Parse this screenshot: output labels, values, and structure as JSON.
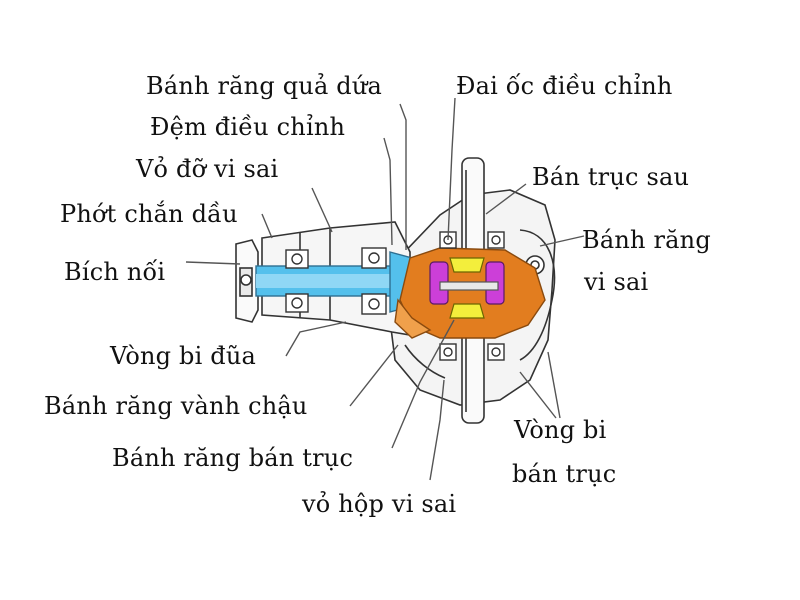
{
  "diagram": {
    "labels": {
      "pinion_gear": "Bánh răng quả dứa",
      "adjusting_nut": "Đai ốc điều chỉnh",
      "adjusting_shim": "Đệm điều chỉnh",
      "diff_carrier": "Vỏ đỡ vi sai",
      "rear_axle_shaft": "Bán trục sau",
      "oil_seal": "Phớt chắn dầu",
      "diff_gear_line1": "Bánh răng",
      "diff_gear_line2": "vi sai",
      "companion_flange": "Bích nối",
      "roller_bearing": "Vòng bi đũa",
      "ring_gear": "Bánh răng vành chậu",
      "side_gear": "Bánh răng bán trục",
      "axle_bearing_line1": "Vòng bi",
      "axle_bearing_line2": "bán trục",
      "diff_case": "vỏ hộp vi sai"
    },
    "colors": {
      "shaft": "#54c0ec",
      "ring_gear": "#e27d1f",
      "spider": "#cc3fd8",
      "pinion_small": "#f3ee3c",
      "line": "#333333",
      "housing_fill": "#f3f3f3"
    }
  }
}
